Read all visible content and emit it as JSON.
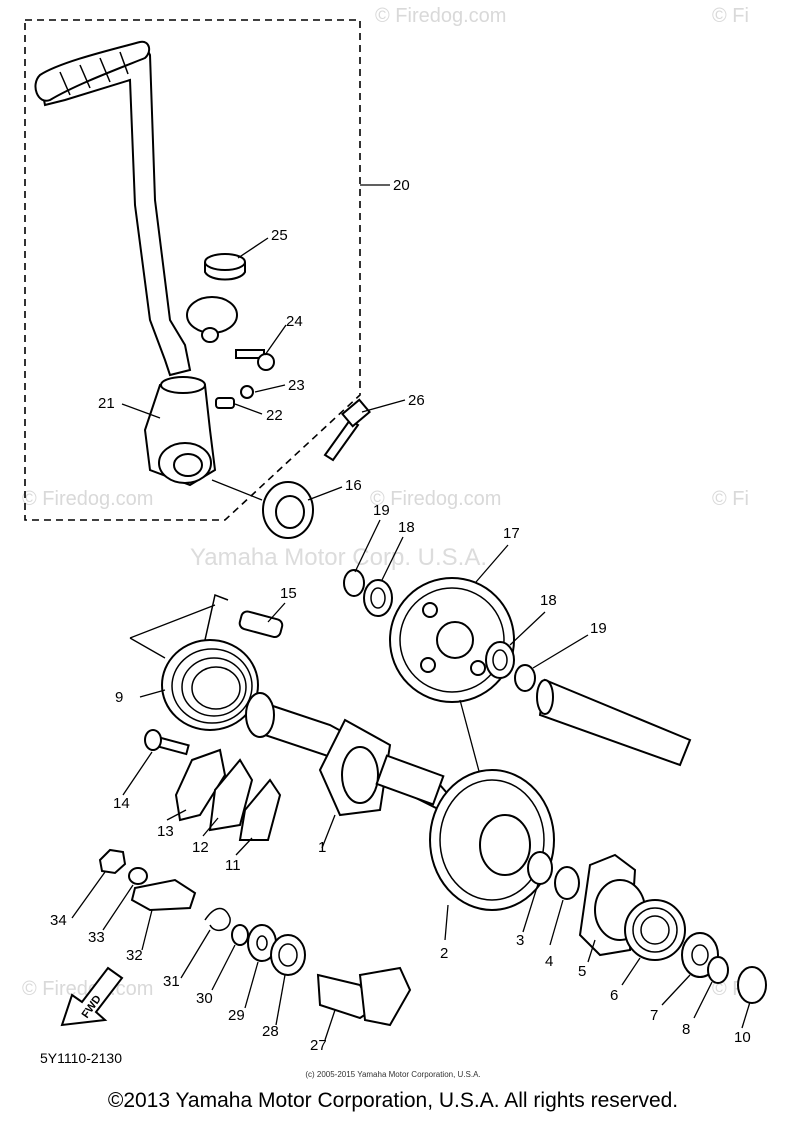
{
  "watermarks": {
    "firedog_top": "© Firedog.com",
    "firedog_top_right": "© Fi",
    "firedog_left": "© Firedog.com",
    "firedog_center": "© Firedog.com",
    "firedog_right": "© Fi",
    "firedog_bottom_left": "© Firedog.com",
    "firedog_bottom_right": "© Fi",
    "yamaha_center": "Yamaha Motor Corp. U.S.A."
  },
  "callouts": [
    "1",
    "2",
    "3",
    "4",
    "5",
    "6",
    "7",
    "8",
    "9",
    "10",
    "11",
    "12",
    "13",
    "14",
    "15",
    "16",
    "17",
    "18",
    "18",
    "19",
    "19",
    "20",
    "21",
    "22",
    "23",
    "24",
    "25",
    "26",
    "27",
    "28",
    "29",
    "30",
    "31",
    "32",
    "33",
    "34"
  ],
  "fwd_label": "FWD",
  "diagram_code": "5Y1110-2130",
  "small_copyright": "(c) 2005-2015 Yamaha Motor Corporation, U.S.A.",
  "footer": "©2013 Yamaha Motor Corporation, U.S.A. All rights reserved."
}
